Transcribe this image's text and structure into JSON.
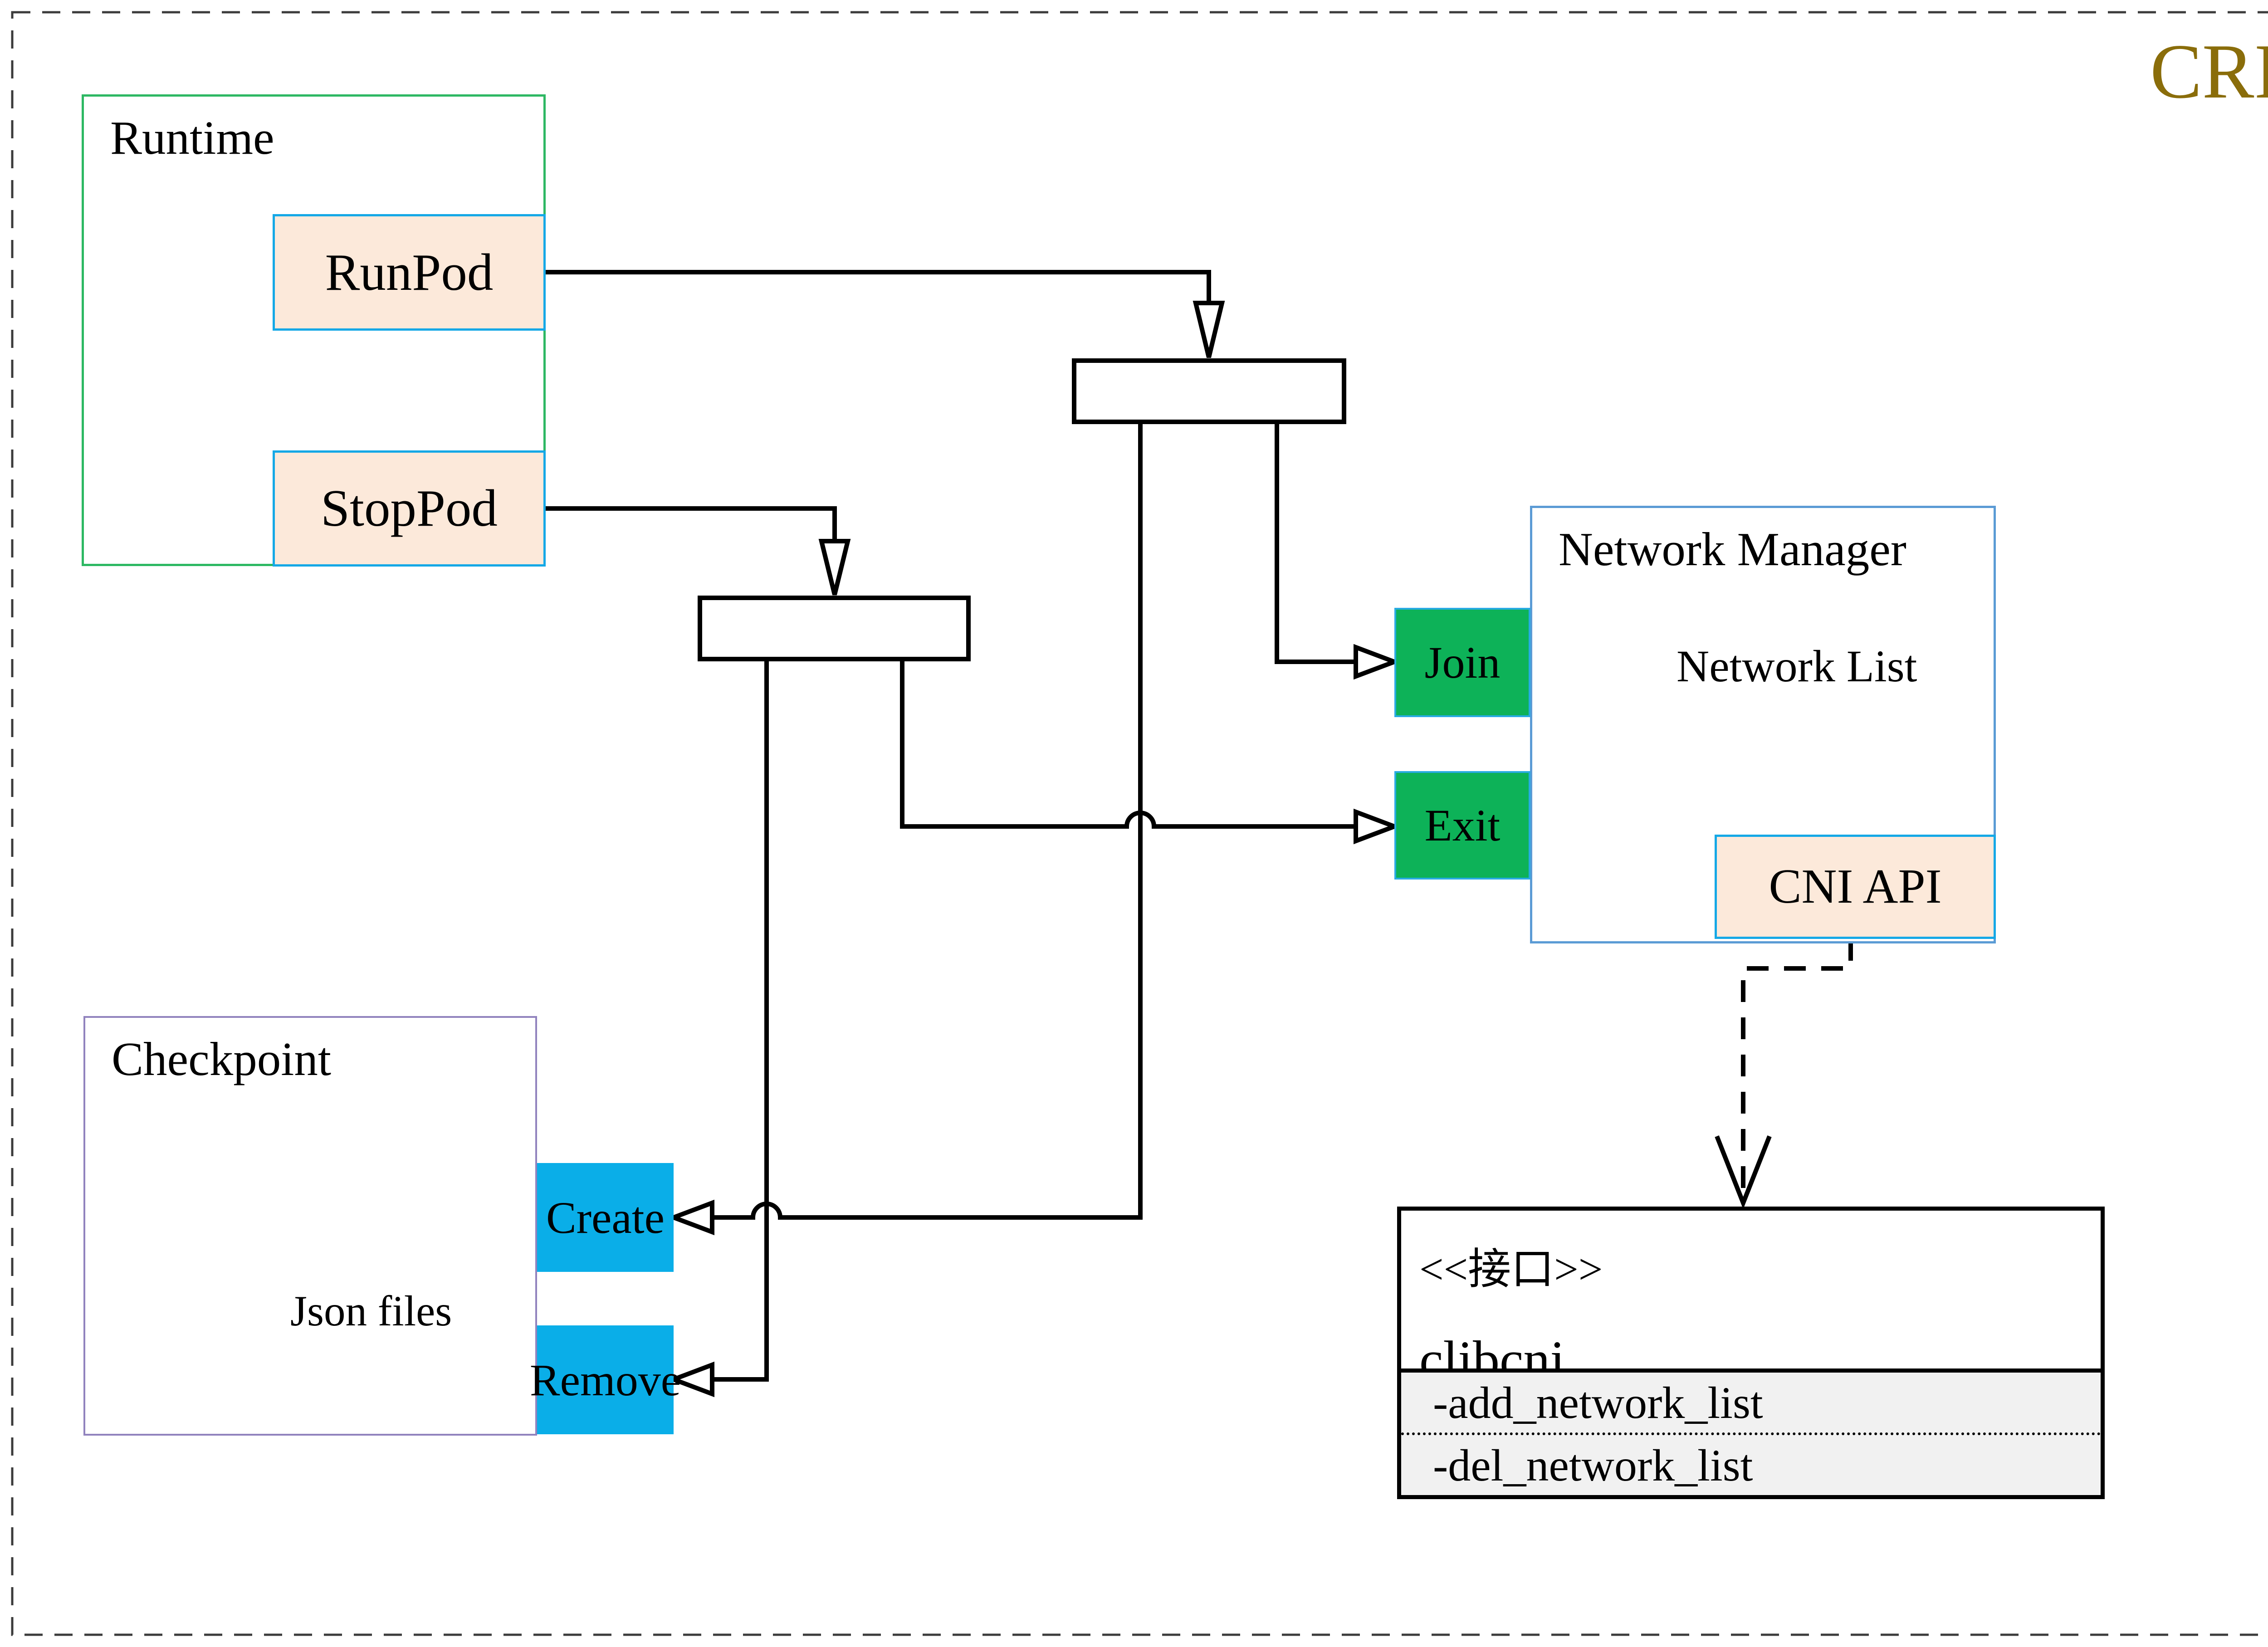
{
  "page": {
    "title": "CRI"
  },
  "runtime": {
    "title": "Runtime",
    "runpod": "RunPod",
    "stoppod": "StopPod"
  },
  "network_manager": {
    "title": "Network Manager",
    "join": "Join",
    "exit": "Exit",
    "network_list": "Network List",
    "cni_api": "CNI API"
  },
  "checkpoint": {
    "title": "Checkpoint",
    "json_files": "Json files",
    "create": "Create",
    "remove": "Remove"
  },
  "clibcni": {
    "stereotype": "<<接口>>",
    "name": "clibcni",
    "methods": [
      "-add_network_list",
      "-del_network_list"
    ]
  },
  "colors": {
    "cri_title": "#8a6d0a",
    "runtime_border": "#2eb863",
    "network_manager_border": "#5b9bd5",
    "checkpoint_border": "#9183be",
    "pod_fill": "#fce9da",
    "pod_border": "#15a8e6",
    "join_exit_fill": "#0db258",
    "create_remove_fill": "#0aaee8",
    "cylinder_stroke": "#666666",
    "connector": "#000000"
  }
}
